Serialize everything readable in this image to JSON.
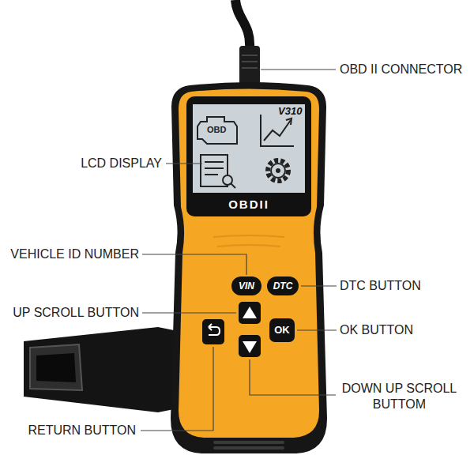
{
  "diagram": {
    "nodes": [
      {
        "text": [
          "VIN"
        ]
      },
      {
        "text": [
          "DTC"
        ]
      },
      {
        "text": [
          "OK"
        ]
      }
    ],
    "labels": [
      "OBD II CONNECTOR",
      "V310",
      "LCD DISPLAY",
      "OBD",
      "OBDII",
      "VEHICLE ID NUMBER",
      "DTC BUTTON",
      "UP SCROLL BUTTON",
      "OK BUTTON",
      "DOWN UP SCROLL BUTTOM",
      "RETURN BUTTON"
    ]
  }
}
